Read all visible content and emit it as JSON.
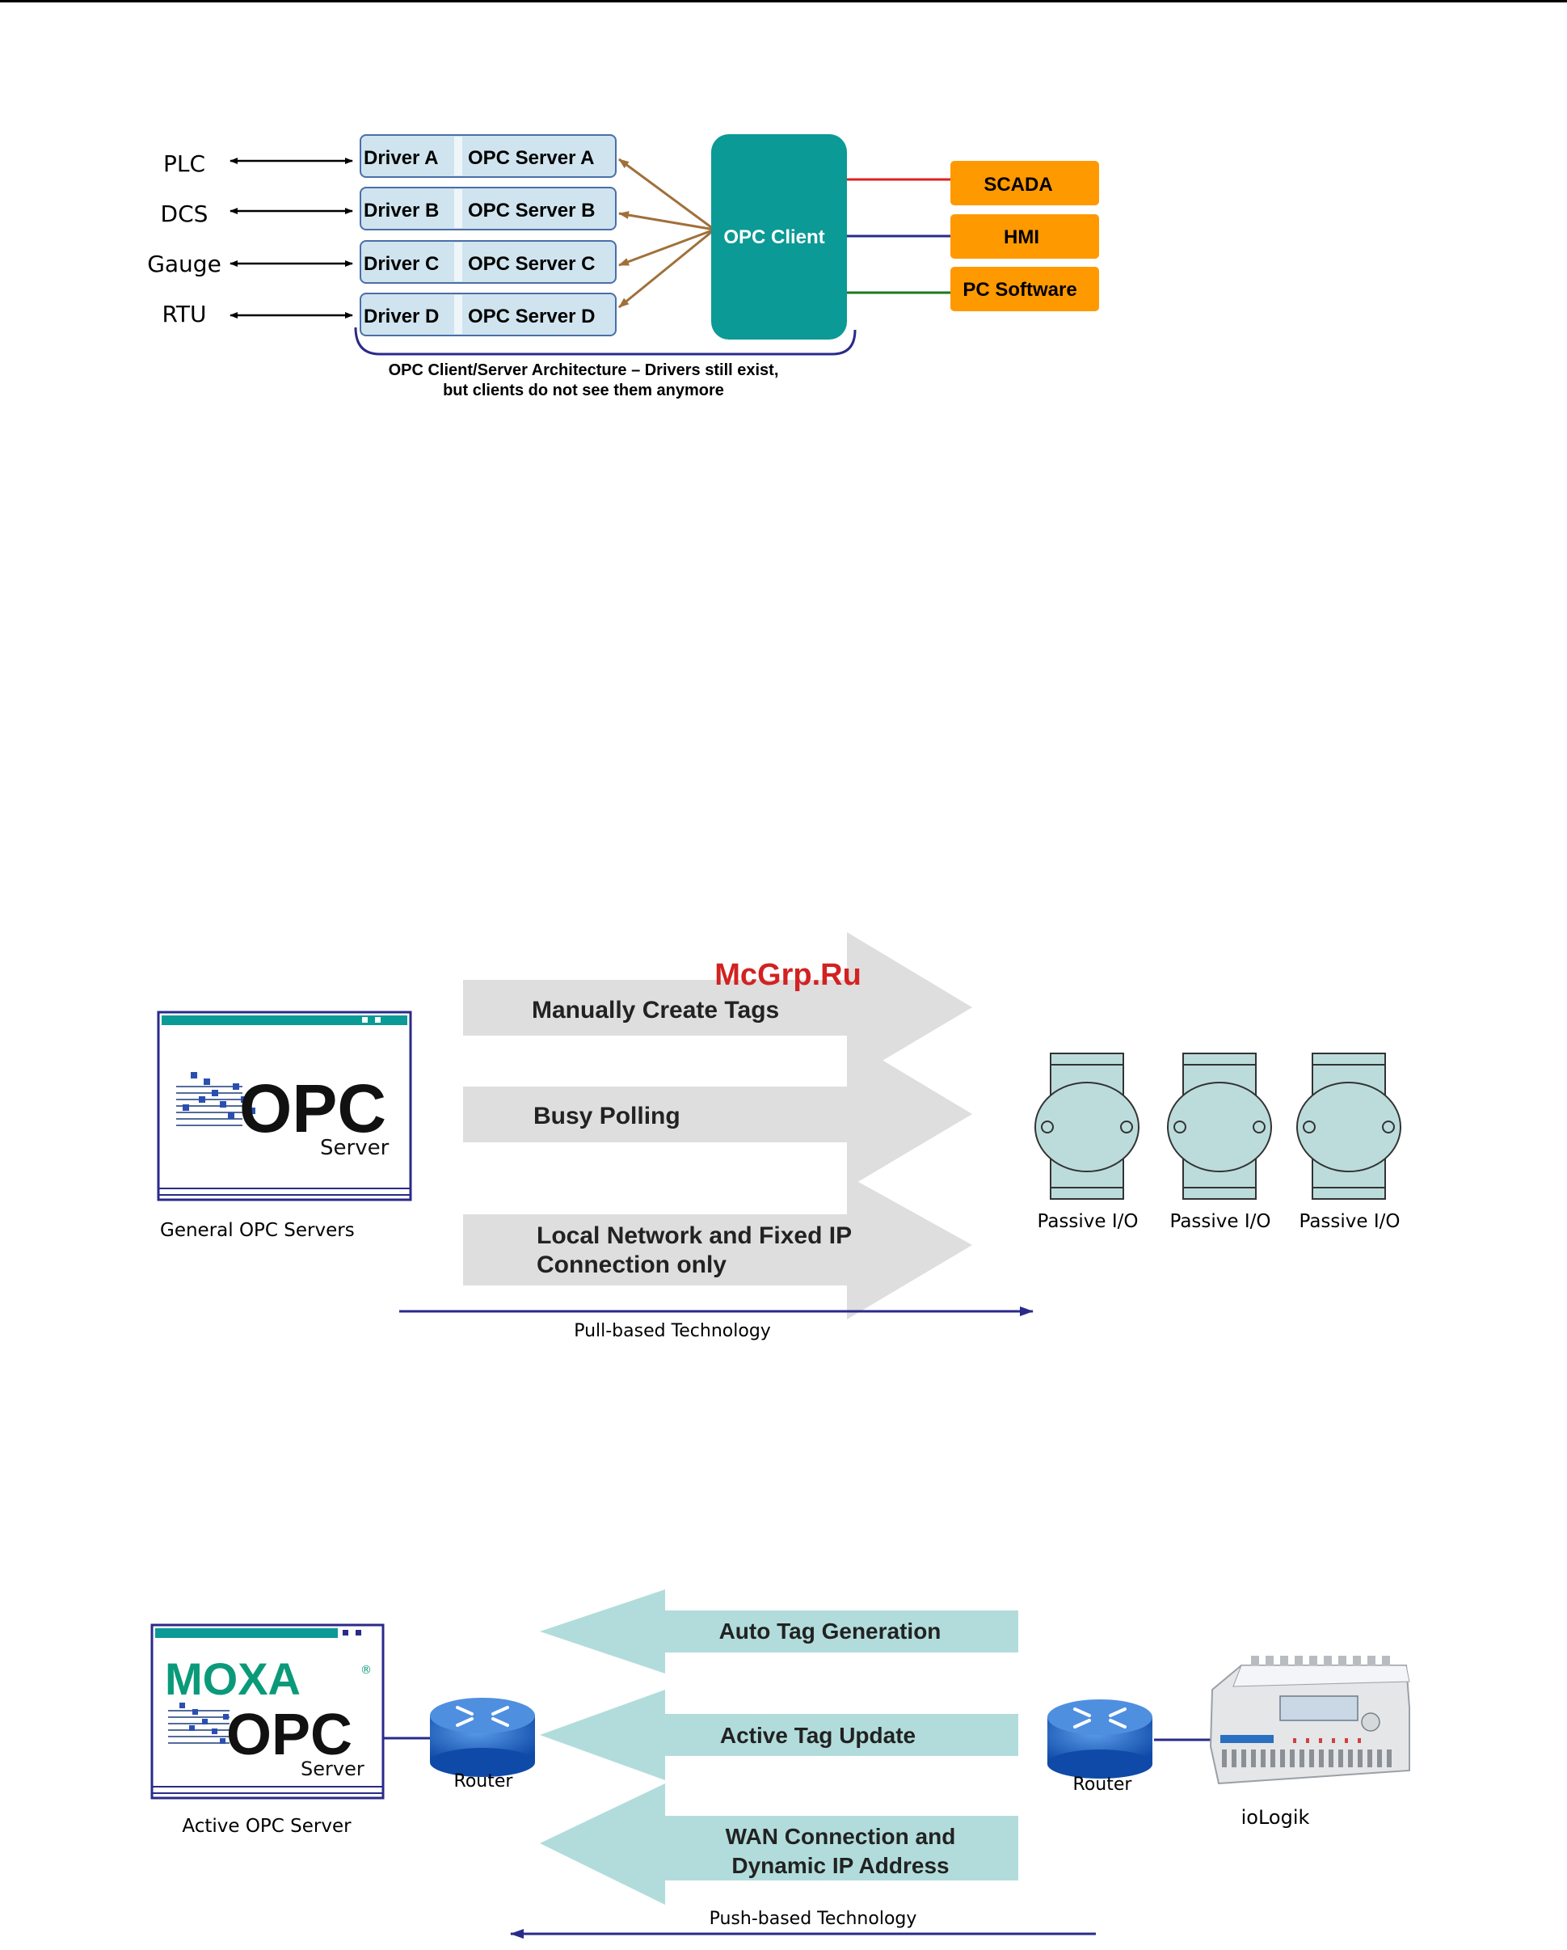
{
  "watermark": "McGrp.Ru",
  "diagram1": {
    "devices": [
      "PLC",
      "DCS",
      "Gauge",
      "RTU"
    ],
    "drivers": [
      "Driver A",
      "Driver B",
      "Driver C",
      "Driver D"
    ],
    "servers": [
      "OPC Server A",
      "OPC Server B",
      "OPC Server C",
      "OPC Server D"
    ],
    "client": "OPC Client",
    "apps": [
      {
        "label": "SCADA",
        "line_color": "#e02020"
      },
      {
        "label": "HMI",
        "line_color": "#2a2a8a"
      },
      {
        "label": "PC Software",
        "line_color": "#1a7a1a"
      }
    ],
    "caption_line1": "OPC Client/Server Architecture – Drivers still exist,",
    "caption_line2": "but clients do not see them anymore",
    "colors": {
      "client_fill": "#0b9a96",
      "app_fill": "#ff9900",
      "box_fill": "#cfe4ee",
      "arrow": "#a0703a"
    }
  },
  "diagram2": {
    "server_logo_text": "OPC",
    "server_logo_sub": "Server",
    "server_caption": "General OPC Servers",
    "arrows": [
      "Manually Create Tags",
      "Busy Polling",
      "Local Network and Fixed IP",
      "Connection only"
    ],
    "devices": [
      "Passive I/O",
      "Passive I/O",
      "Passive I/O"
    ],
    "flow_caption": "Pull-based Technology",
    "colors": {
      "arrow_fill": "#dedede",
      "device_fill": "#bcdcdc",
      "line": "#2a2a8a"
    }
  },
  "diagram3": {
    "brand": "MOXA",
    "server_logo_text": "OPC",
    "server_logo_sub": "Server",
    "server_caption": "Active OPC Server",
    "router_left": "Router",
    "router_right": "Router",
    "device_caption": "ioLogik",
    "arrows": [
      "Auto Tag Generation",
      "Active Tag Update",
      "WAN Connection and",
      "Dynamic IP Address"
    ],
    "flow_caption": "Push-based Technology",
    "colors": {
      "arrow_fill": "#b2dcdc",
      "brand": "#0a9a7a",
      "router": "#1e5fbf"
    }
  }
}
